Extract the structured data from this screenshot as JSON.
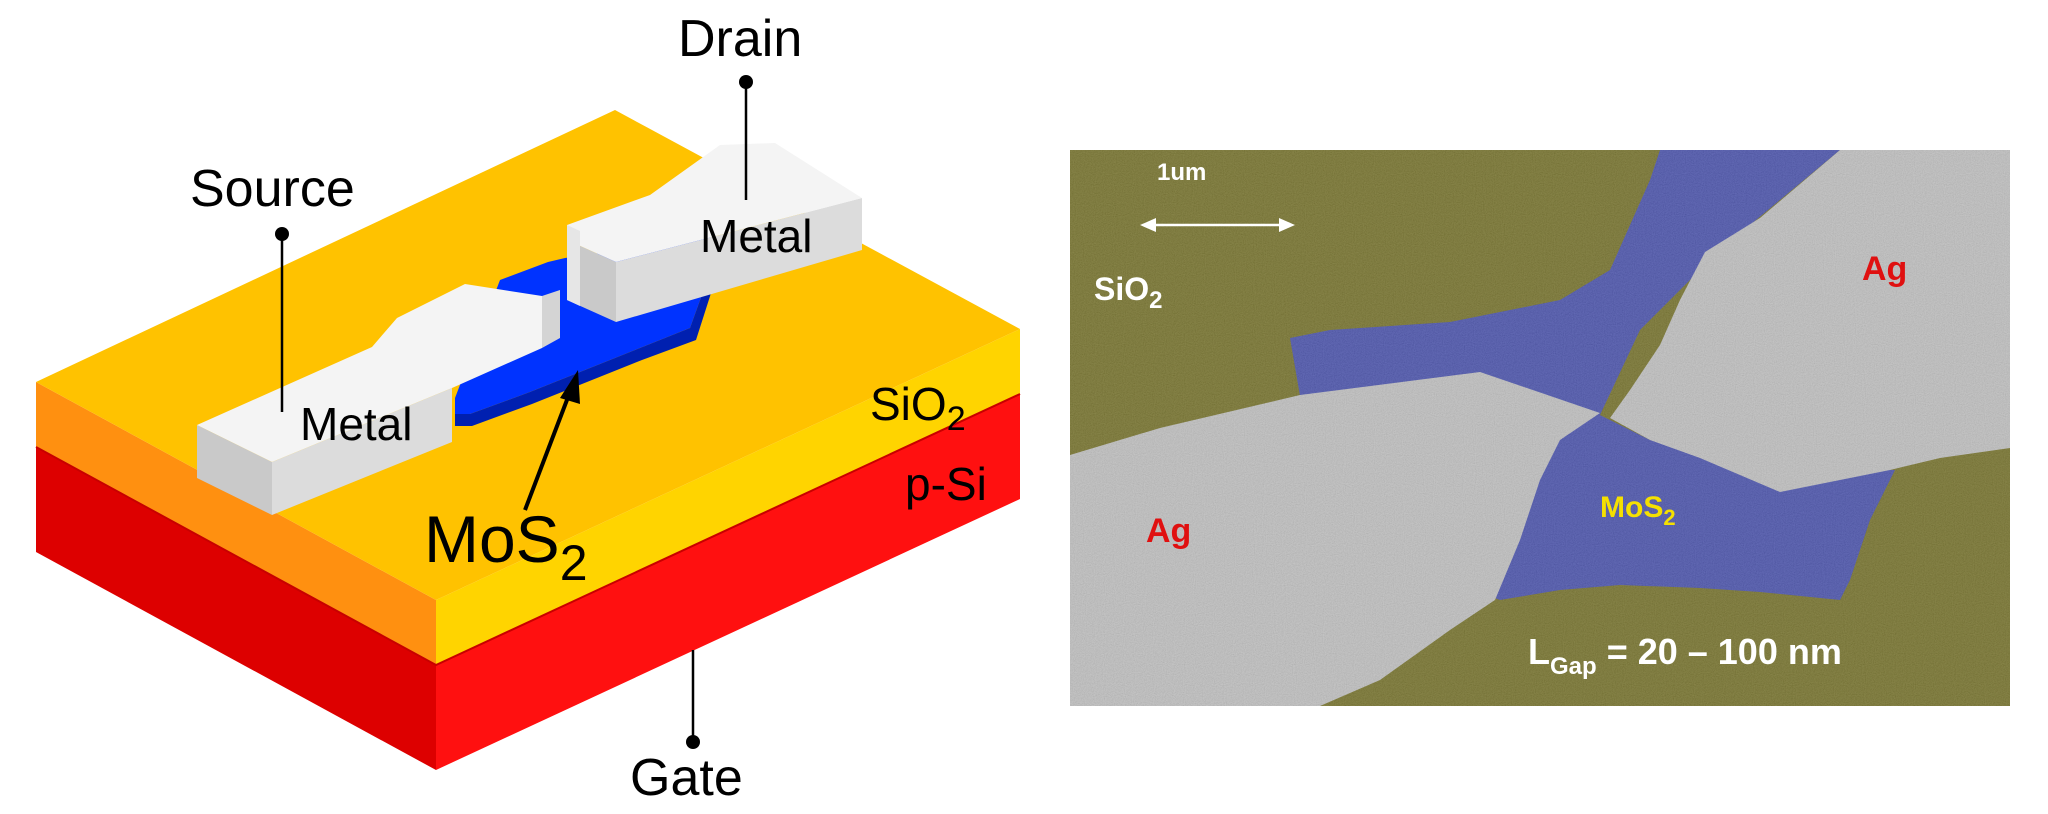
{
  "schematic": {
    "drain": "Drain",
    "source": "Source",
    "metal_drain": "Metal",
    "metal_source": "Metal",
    "sio2": {
      "base": "SiO",
      "sub": "2"
    },
    "psi": "p-Si",
    "mos2": {
      "base": "MoS",
      "sub": "2"
    },
    "gate": "Gate"
  },
  "sem": {
    "scale": "1um",
    "sio2": {
      "base": "SiO",
      "sub": "2"
    },
    "ag_right": "Ag",
    "ag_left": "Ag",
    "mos2": {
      "base": "MoS",
      "sub": "2"
    },
    "gap": {
      "base": "L",
      "sub": "Gap",
      "rest": " = 20 – 100 nm"
    }
  },
  "colors": {
    "oxide_top": "#FFC200",
    "oxide_side_front": "#FFD400",
    "oxide_side_left": "#FF9010",
    "silicon_front": "#FF1010",
    "silicon_left": "#DD0000",
    "mos2_blue": "#0033FF",
    "metal_white": "#F4F4F4",
    "sem_background": "#6E6A1E",
    "sem_flake": "#3F48A8",
    "sem_silver": "#BDBDBD",
    "sem_red_label": "#E01010",
    "sem_yellow_label": "#F5E000"
  }
}
